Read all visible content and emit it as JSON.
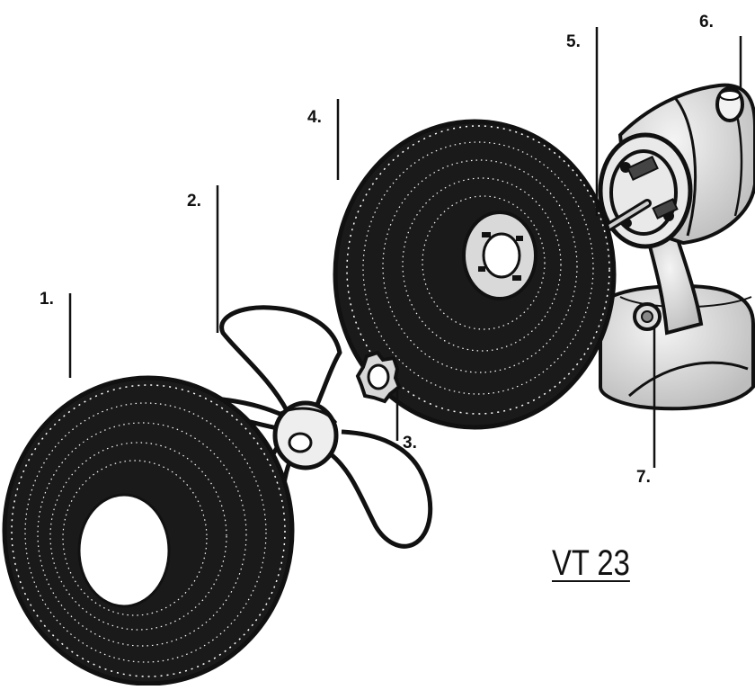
{
  "diagram": {
    "model_label": "VT 23",
    "callouts": [
      {
        "number": "1.",
        "part": "front-grille"
      },
      {
        "number": "2.",
        "part": "fan-blade"
      },
      {
        "number": "3.",
        "part": "grille-nut"
      },
      {
        "number": "4.",
        "part": "rear-grille"
      },
      {
        "number": "5.",
        "part": "motor-shaft"
      },
      {
        "number": "6.",
        "part": "oscillation-knob"
      },
      {
        "number": "7.",
        "part": "base-screw"
      }
    ],
    "colors": {
      "ink": "#111111",
      "paper": "#ffffff",
      "shade": "#cfcfcf"
    }
  }
}
